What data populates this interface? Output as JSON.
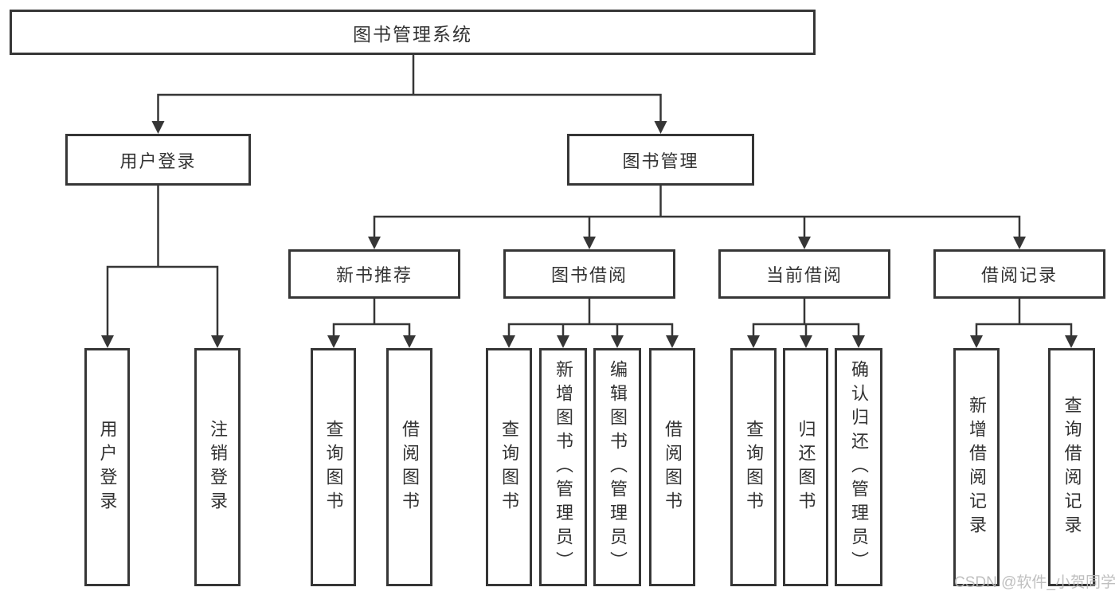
{
  "tree": {
    "label": "图书管理系统",
    "children": [
      {
        "label": "用户登录",
        "children": [
          {
            "label": "用户登录"
          },
          {
            "label": "注销登录"
          }
        ]
      },
      {
        "label": "图书管理",
        "children": [
          {
            "label": "新书推荐",
            "children": [
              {
                "label": "查询图书"
              },
              {
                "label": "借阅图书"
              }
            ]
          },
          {
            "label": "图书借阅",
            "children": [
              {
                "label": "查询图书"
              },
              {
                "label": "新增图书（管理员）"
              },
              {
                "label": "编辑图书（管理员）"
              },
              {
                "label": "借阅图书"
              }
            ]
          },
          {
            "label": "当前借阅",
            "children": [
              {
                "label": "查询图书"
              },
              {
                "label": "归还图书"
              },
              {
                "label": "确认归还（管理员）"
              }
            ]
          },
          {
            "label": "借阅记录",
            "children": [
              {
                "label": "新增借阅记录"
              },
              {
                "label": "查询借阅记录"
              }
            ]
          }
        ]
      }
    ]
  },
  "watermark": {
    "text": "CSDN @软件_小贺同学"
  },
  "colors": {
    "line": "#363636",
    "text": "#333333",
    "watermark": "#bababa",
    "background": "#ffffff"
  }
}
